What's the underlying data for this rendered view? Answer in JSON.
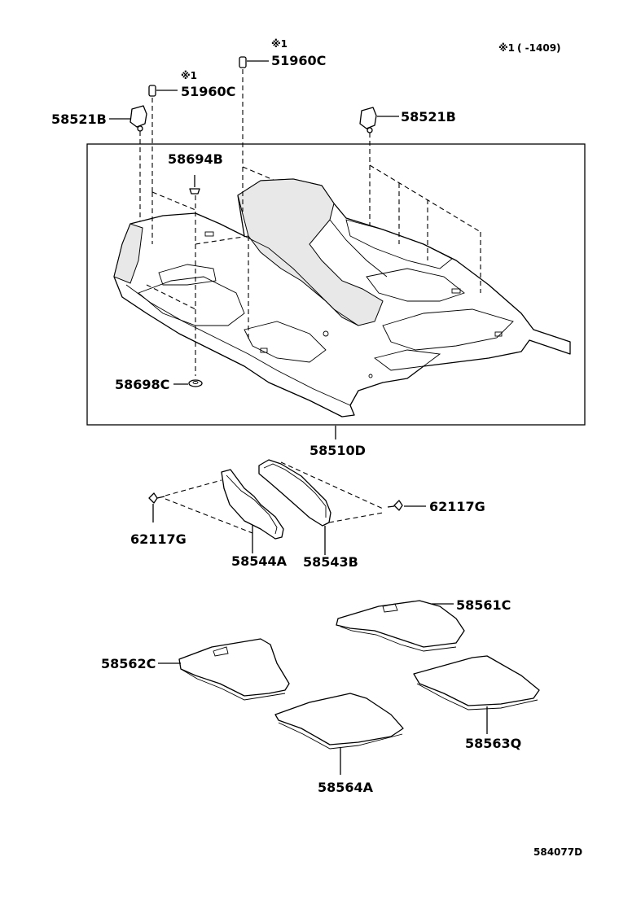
{
  "note": {
    "mark": "※1",
    "range": "( -1409)"
  },
  "labels": {
    "p51960c_top": "51960C",
    "p51960c_mid": "51960C",
    "p51960c_top_mark": "※1",
    "p51960c_mid_mark": "※1",
    "p58521b_left": "58521B",
    "p58521b_right": "58521B",
    "p58694b": "58694B",
    "p58698c": "58698C",
    "p58510d": "58510D",
    "p62117g_left": "62117G",
    "p62117g_right": "62117G",
    "p58544a": "58544A",
    "p58543b": "58543B",
    "p58561c": "58561C",
    "p58562c": "58562C",
    "p58563q": "58563Q",
    "p58564a": "58564A"
  },
  "figure_id": "584077D"
}
